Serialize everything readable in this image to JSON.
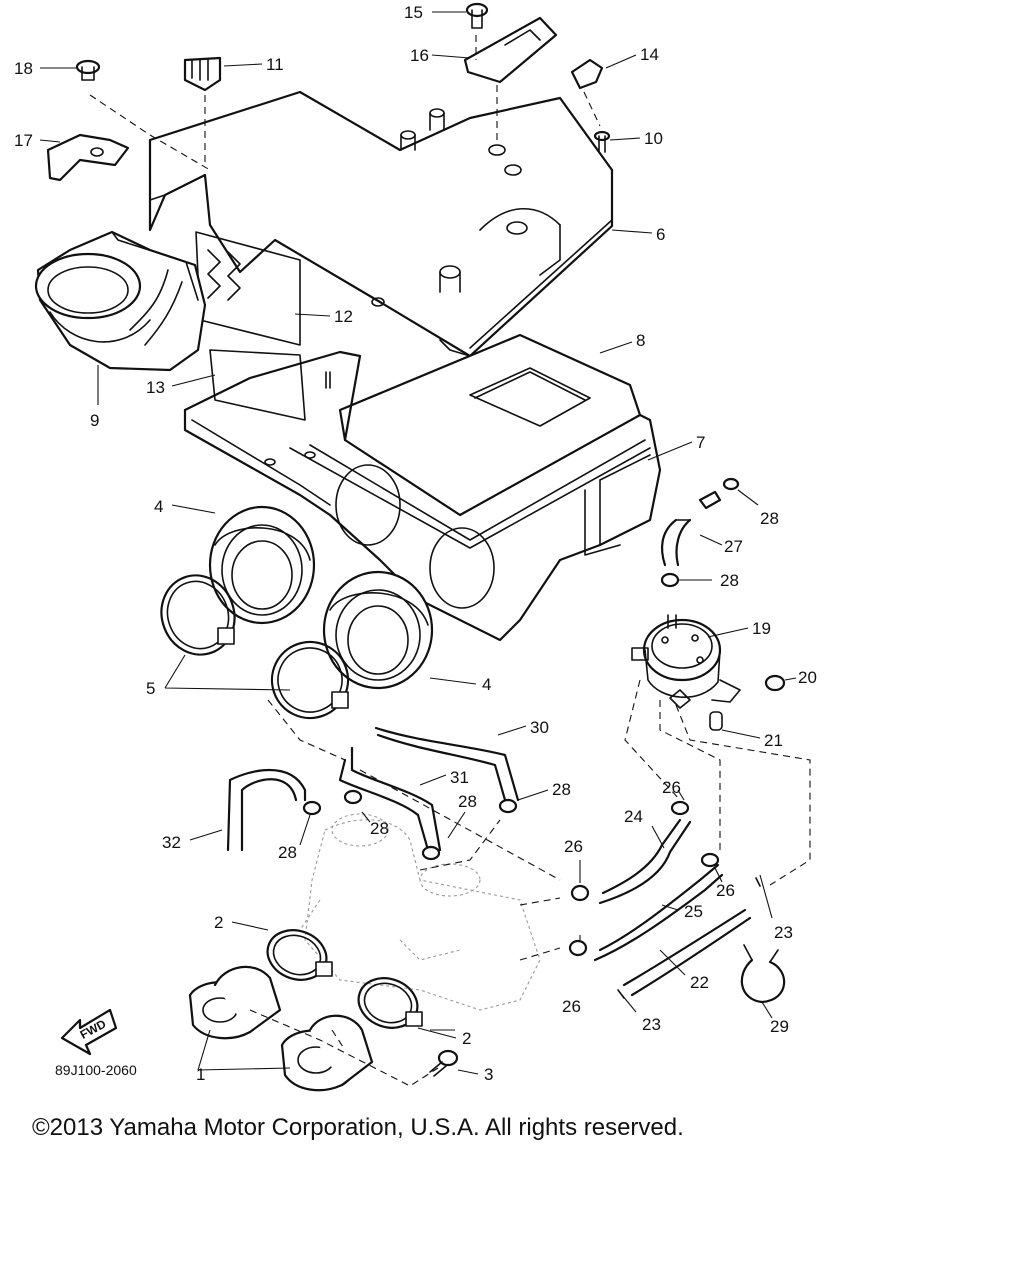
{
  "diagram": {
    "callouts": [
      "1",
      "2",
      "2",
      "2",
      "3",
      "4",
      "4",
      "5",
      "6",
      "7",
      "8",
      "9",
      "10",
      "11",
      "12",
      "13",
      "14",
      "15",
      "16",
      "17",
      "18",
      "19",
      "20",
      "21",
      "22",
      "23",
      "23",
      "24",
      "25",
      "26",
      "26",
      "26",
      "26",
      "27",
      "28",
      "28",
      "28",
      "28",
      "28",
      "28",
      "28",
      "29",
      "30",
      "31",
      "32"
    ],
    "fwd_label": "FWD",
    "part_code": "89J100-2060"
  },
  "footer": {
    "copyright": "©2013 Yamaha Motor Corporation, U.S.A. All rights reserved."
  }
}
